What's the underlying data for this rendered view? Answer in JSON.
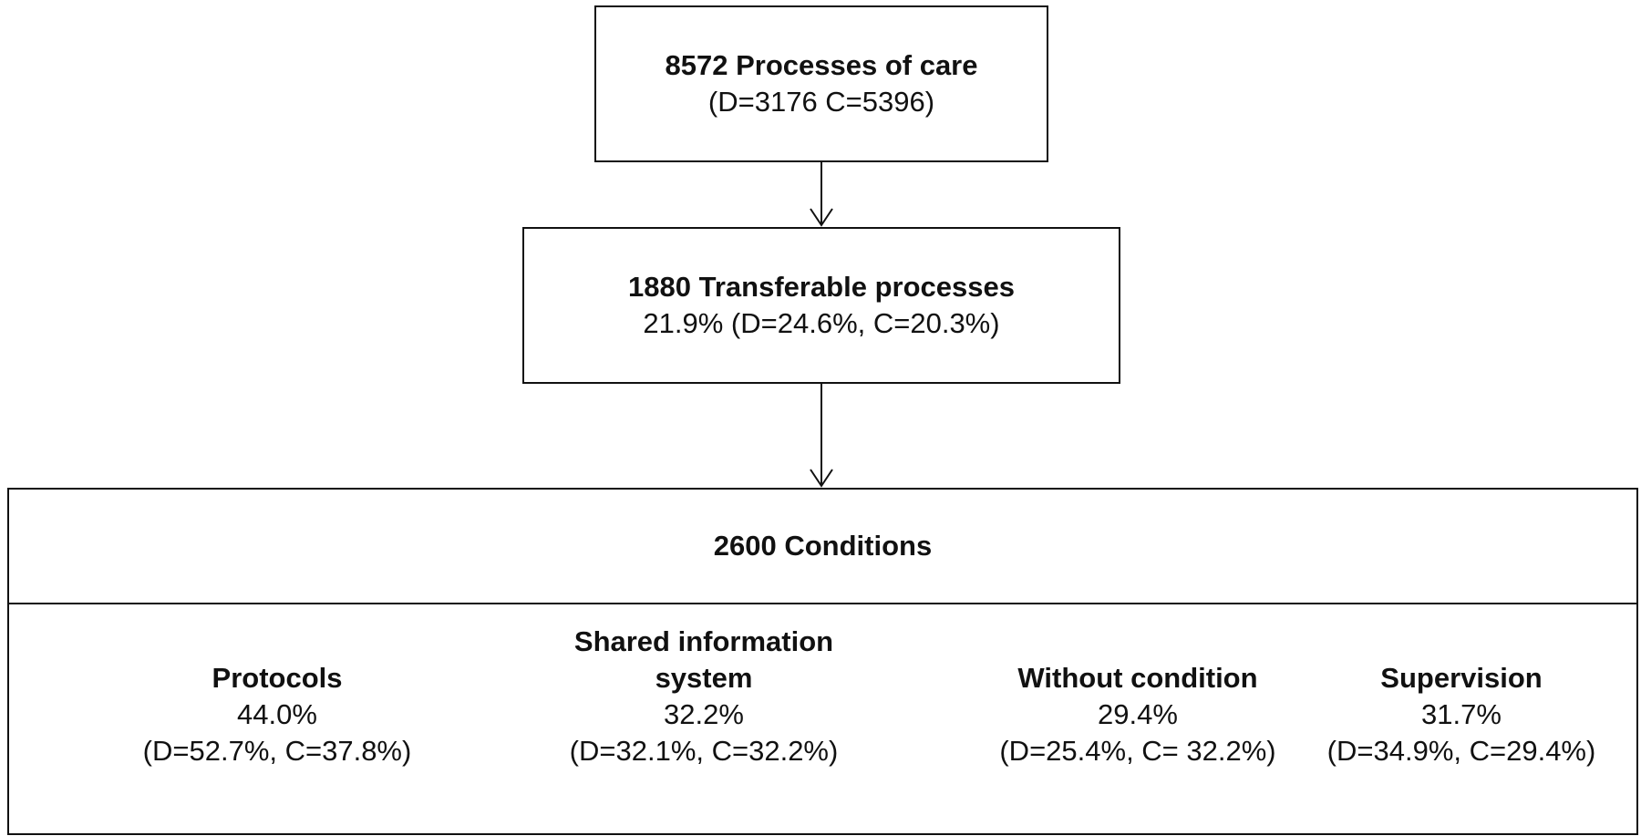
{
  "top_box": {
    "title": "8572 Processes of care",
    "detail": "(D=3176 C=5396)"
  },
  "mid_box": {
    "title": "1880 Transferable processes",
    "detail": "21.9% (D=24.6%, C=20.3%)"
  },
  "conditions": {
    "title": "2600 Conditions",
    "items": [
      {
        "name": "Protocols",
        "percent": "44.0%",
        "detail": "(D=52.7%, C=37.8%)"
      },
      {
        "name": "Shared information system",
        "percent": "32.2%",
        "detail": "(D=32.1%, C=32.2%)"
      },
      {
        "name": "Without condition",
        "percent": "29.4%",
        "detail": "(D=25.4%, C= 32.2%)"
      },
      {
        "name": "Supervision",
        "percent": "31.7%",
        "detail": "(D=34.9%, C=29.4%)"
      }
    ]
  },
  "colors": {
    "line": "#111111",
    "background": "#ffffff"
  }
}
